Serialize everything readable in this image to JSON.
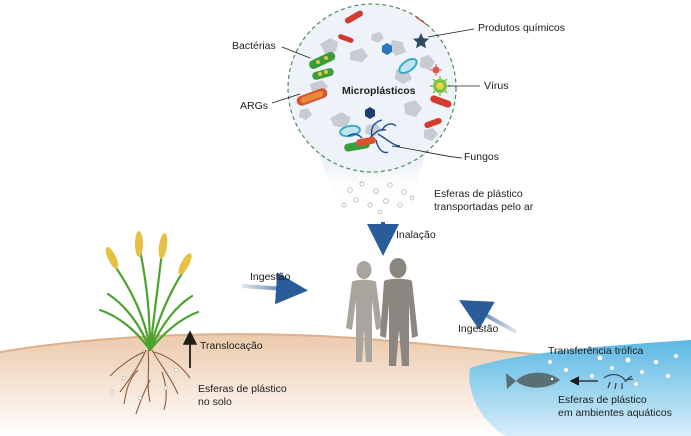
{
  "labels": {
    "microplastics": "Microplásticos",
    "bacteria": "Bactérias",
    "args": "ARGs",
    "chemicals": "Produtos químicos",
    "virus": "Vírus",
    "fungi": "Fungos",
    "airborne": "Esferas de plástico\ntransportadas pelo ar",
    "inhalation": "Inalação",
    "ingestion_left": "Ingestão",
    "ingestion_right": "Ingestão",
    "translocation": "Translocação",
    "soil": "Esferas de plástico\nno solo",
    "trophic": "Transferência trófica",
    "aquatic": "Esferas de plástico\nem ambientes aquáticos"
  },
  "colors": {
    "arrow_blue": "#2b5c9a",
    "ground": "#e7c3a6",
    "water": "#3ea3d6",
    "plant_green": "#4aa32f",
    "grain": "#e6c045",
    "human": "#a9a39d",
    "circle_border": "#4f8c58",
    "circle_fill": "#edf3fa",
    "bacteria_green": "#3b9c3a",
    "bacteria_red": "#d23b2f",
    "chemical_star": "#2f4b5f",
    "virus_green": "#7dc242",
    "fungi_blue": "#1d4c8f",
    "plastic_grey": "#c8ccd2"
  }
}
